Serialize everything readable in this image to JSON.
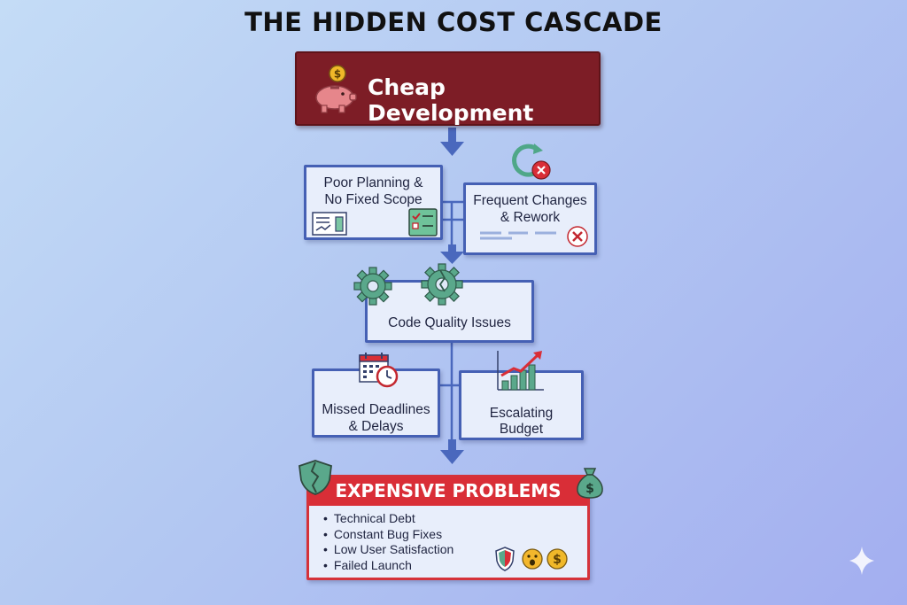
{
  "title": "THE HIDDEN COST CASCADE",
  "top": {
    "label": "Cheap Development"
  },
  "steps": {
    "poor_planning": {
      "line1": "Poor Planning &",
      "line2": "No Fixed Scope"
    },
    "frequent_changes": {
      "line1": "Frequent Changes",
      "line2": "& Rework"
    },
    "code_quality": {
      "line1": "Code Quality Issues"
    },
    "missed_deadlines": {
      "line1": "Missed Deadlines",
      "line2": "& Delays"
    },
    "escalating_budget": {
      "line1": "Escalating",
      "line2": "Budget"
    }
  },
  "outcome": {
    "title": "EXPENSIVE PROBLEMS",
    "items": [
      "Technical Debt",
      "Constant Bug Fixes",
      "Low User Satisfaction",
      "Failed Launch"
    ],
    "dollar_sign": "$"
  },
  "colors": {
    "top_box": "#7d1d26",
    "step_border": "#4560b4",
    "arrow": "#4a68bd",
    "outcome_header": "#d92e37",
    "icon_green": "#5aa88b"
  }
}
